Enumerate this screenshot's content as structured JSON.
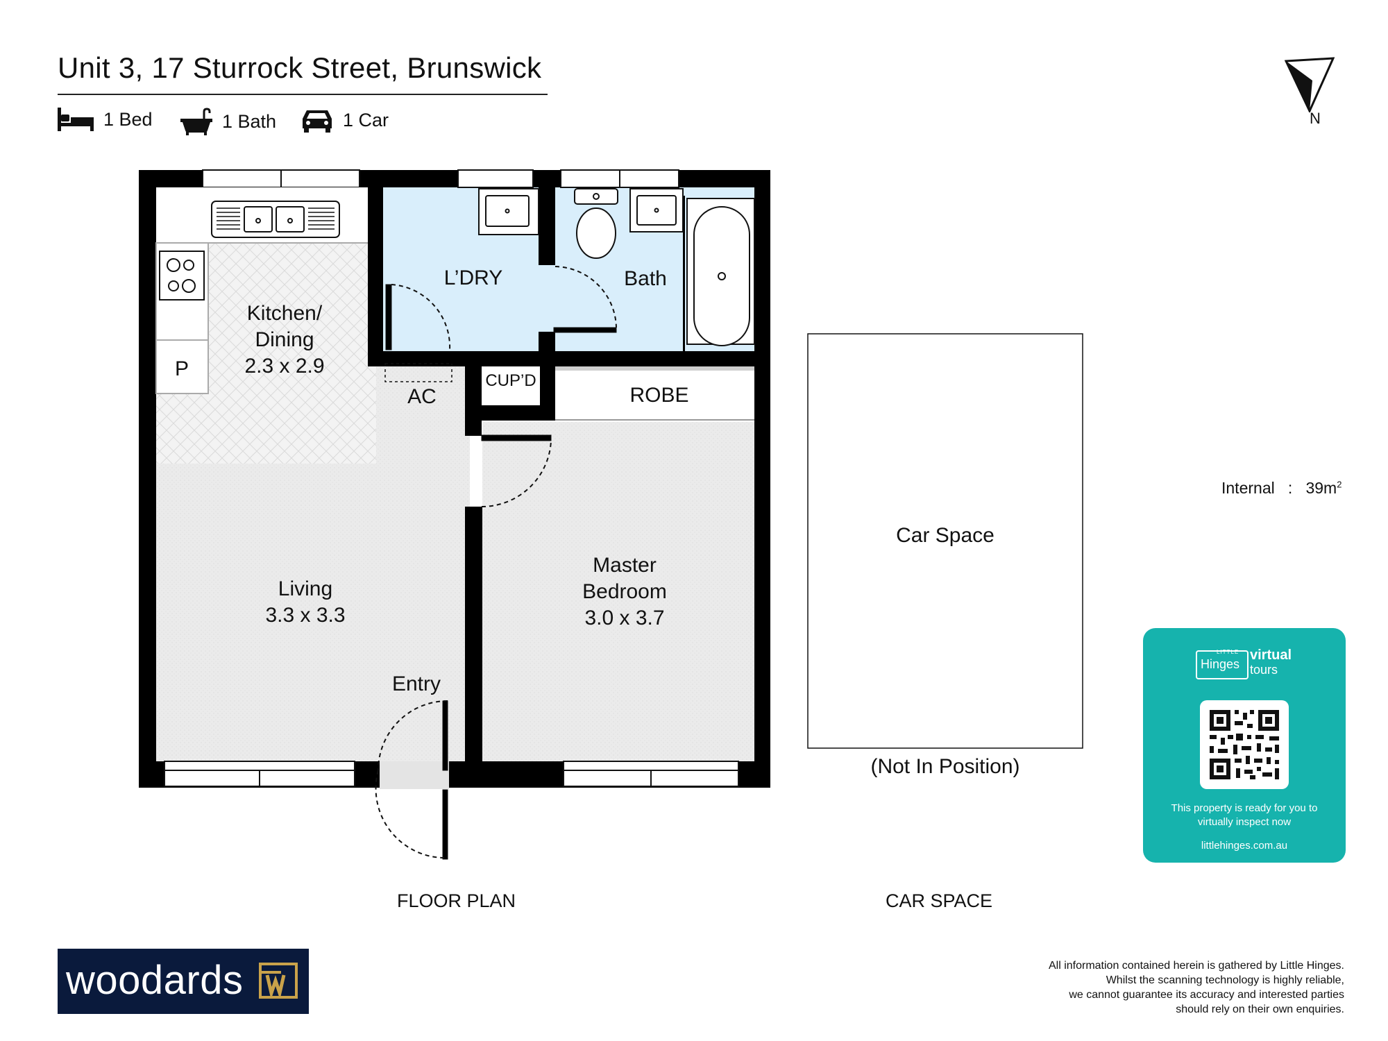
{
  "title": "Unit 3, 17 Sturrock Street, Brunswick",
  "features": {
    "bed": "1 Bed",
    "bath": "1 Bath",
    "car": "1 Car"
  },
  "compass": {
    "label": "N"
  },
  "rooms": {
    "kitchen": {
      "name": "Kitchen/",
      "name2": "Dining",
      "size": "2.3 x 2.9"
    },
    "pantry": "P",
    "laundry": "L’DRY",
    "bath": "Bath",
    "ac": "AC",
    "cupboard": "CUP’D",
    "robe": "ROBE",
    "living": {
      "name": "Living",
      "size": "3.3 x 3.3"
    },
    "entry": "Entry",
    "bedroom": {
      "name": "Master",
      "name2": "Bedroom",
      "size": "3.0 x 3.7"
    }
  },
  "car_space": {
    "label": "Car Space",
    "note": "(Not In Position)"
  },
  "captions": {
    "floor_plan": "FLOOR PLAN",
    "car_space": "CAR SPACE"
  },
  "internal": {
    "label": "Internal",
    "separator": ":",
    "value": "39m",
    "unit_sup": "2"
  },
  "tour_card": {
    "brand_small": "LITTLE",
    "brand": "Hinges",
    "virtual": "virtual",
    "tours": "tours",
    "blurb_line1": "This property is ready for you to",
    "blurb_line2": "virtually inspect now",
    "url": "littlehinges.com.au"
  },
  "agency": {
    "name": "woodards"
  },
  "disclaimer": [
    "All information contained herein is gathered by Little Hinges.",
    "Whilst the scanning technology is highly reliable,",
    "we cannot guarantee its accuracy and interested parties",
    "should rely on their own enquiries."
  ],
  "colors": {
    "wall": "#000000",
    "wet_area": "#d9eefb",
    "floor_grey": "#ececec",
    "tour_teal": "#16b3ad",
    "logo_navy": "#0a1a3c"
  }
}
